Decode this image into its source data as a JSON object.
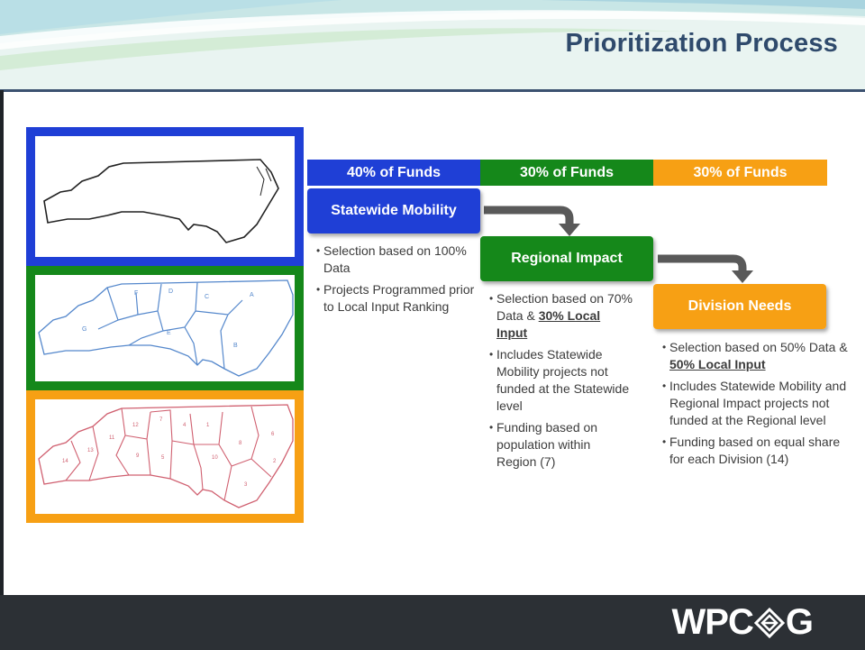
{
  "slide": {
    "title": "Prioritization Process",
    "logo_left": "WPC",
    "logo_right": "G"
  },
  "colors": {
    "statewide": "#1f3fd6",
    "regional": "#15881a",
    "division": "#f7a014",
    "title": "#2f4a6c",
    "footer": "#2c3035"
  },
  "maps": [
    {
      "name": "statewide-map",
      "color": "#1f3fd6",
      "region_labels": []
    },
    {
      "name": "regional-map",
      "color": "#15881a",
      "region_labels": [
        "F",
        "D",
        "C",
        "A",
        "G",
        "E",
        "B"
      ]
    },
    {
      "name": "division-map",
      "color": "#f7a014",
      "region_labels": [
        "14",
        "13",
        "11",
        "12",
        "9",
        "7",
        "5",
        "4",
        "1",
        "10",
        "8",
        "6",
        "3",
        "2"
      ]
    }
  ],
  "funds": [
    {
      "label": "40% of Funds"
    },
    {
      "label": "30% of Funds"
    },
    {
      "label": "30% of Funds"
    }
  ],
  "categories": {
    "statewide": {
      "label": "Statewide Mobility",
      "bullets": [
        {
          "text": "Selection based on 100% Data"
        },
        {
          "text": "Projects Programmed prior to Local Input Ranking"
        }
      ]
    },
    "regional": {
      "label": "Regional Impact",
      "bullet1_text": "Selection based on 70% Data & ",
      "bullet1_emph": "30% Local Input",
      "bullet2": "Includes Statewide Mobility projects not funded at the Statewide level",
      "bullet3": "Funding based on population within Region (7)"
    },
    "division": {
      "label": "Division Needs",
      "bullet1_text": "Selection based on 50% Data & ",
      "bullet1_emph": "50% Local Input",
      "bullet2": "Includes Statewide Mobility and Regional Impact projects not funded at the Regional level",
      "bullet3": "Funding based on equal share for each Division (14)"
    }
  }
}
